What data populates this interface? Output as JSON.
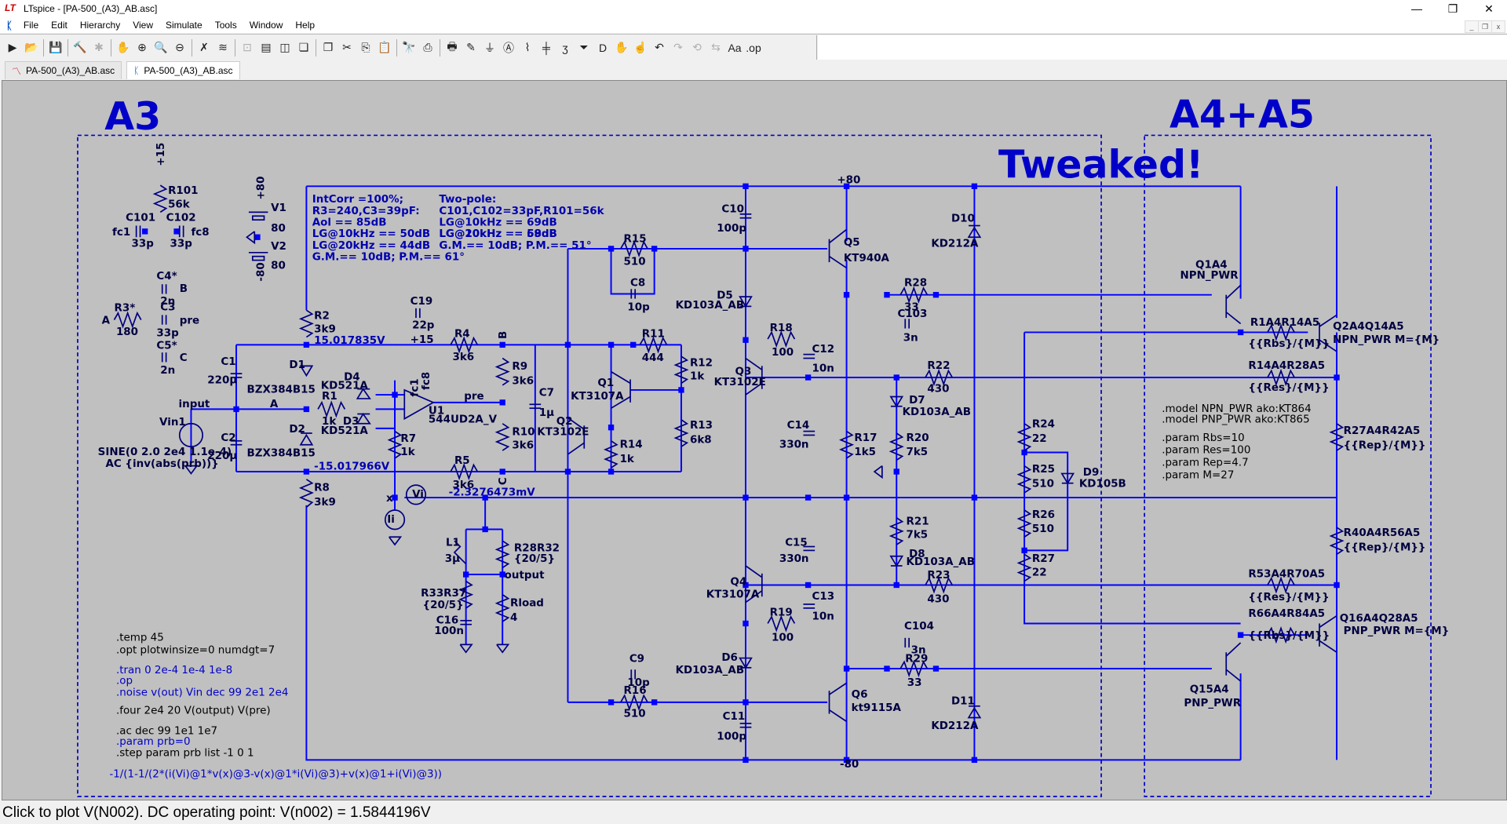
{
  "window": {
    "title": "LTspice - [PA-500_(A3)_AB.asc]",
    "controls": {
      "minimize": "—",
      "restore": "❐",
      "close": "✕"
    },
    "mdi_controls": {
      "minimize": "_",
      "restore": "❐",
      "close": "x"
    }
  },
  "menu": {
    "items": [
      "File",
      "Edit",
      "Hierarchy",
      "View",
      "Simulate",
      "Tools",
      "Window",
      "Help"
    ]
  },
  "toolbar": {
    "buttons": [
      {
        "name": "run-icon",
        "glyph": "▶"
      },
      {
        "name": "open-icon",
        "glyph": "📂"
      },
      {
        "name": "save-icon",
        "glyph": "💾"
      },
      {
        "name": "control-panel-icon",
        "glyph": "🔨"
      },
      {
        "name": "halt-icon",
        "glyph": "✱",
        "disabled": true
      },
      {
        "name": "pan-icon",
        "glyph": "✋",
        "disabled": true
      },
      {
        "name": "zoom-in-icon",
        "glyph": "⊕"
      },
      {
        "name": "zoom-area-icon",
        "glyph": "🔍",
        "disabled": true
      },
      {
        "name": "zoom-out-icon",
        "glyph": "⊖"
      },
      {
        "name": "zoom-fit-icon",
        "glyph": "✗"
      },
      {
        "name": "waveform-icon",
        "glyph": "≋"
      },
      {
        "name": "autorange-icon",
        "glyph": "⊡",
        "disabled": true
      },
      {
        "name": "tile-horizontal-icon",
        "glyph": "▤"
      },
      {
        "name": "tile-vertical-icon",
        "glyph": "◫"
      },
      {
        "name": "cascade-icon",
        "glyph": "❏"
      },
      {
        "name": "close-all-icon",
        "glyph": "❐"
      },
      {
        "name": "cut-icon",
        "glyph": "✂"
      },
      {
        "name": "copy-icon",
        "glyph": "⎘"
      },
      {
        "name": "paste-icon",
        "glyph": "📋"
      },
      {
        "name": "find-icon",
        "glyph": "🔭"
      },
      {
        "name": "print-preview-icon",
        "glyph": "⎙"
      },
      {
        "name": "print-icon",
        "glyph": "🖶"
      },
      {
        "name": "wire-icon",
        "glyph": "✎"
      },
      {
        "name": "ground-icon",
        "glyph": "⏚"
      },
      {
        "name": "label-net-icon",
        "glyph": "Ⓐ"
      },
      {
        "name": "resistor-icon",
        "glyph": "⌇"
      },
      {
        "name": "capacitor-icon",
        "glyph": "╪"
      },
      {
        "name": "inductor-icon",
        "glyph": "ʒ"
      },
      {
        "name": "diode-icon",
        "glyph": "⏷"
      },
      {
        "name": "component-icon",
        "glyph": "D"
      },
      {
        "name": "move-icon",
        "glyph": "✋"
      },
      {
        "name": "drag-icon",
        "glyph": "☝"
      },
      {
        "name": "undo-icon",
        "glyph": "↶"
      },
      {
        "name": "redo-icon",
        "glyph": "↷",
        "disabled": true
      },
      {
        "name": "rotate-icon",
        "glyph": "⟲",
        "disabled": true
      },
      {
        "name": "mirror-icon",
        "glyph": "⇆",
        "disabled": true
      },
      {
        "name": "text-icon",
        "glyph": "Aa"
      },
      {
        "name": "spice-directive-icon",
        "glyph": ".op"
      }
    ]
  },
  "tabs": [
    {
      "label": "PA-500_(A3)_AB.asc",
      "icon": "waveform-tab-icon",
      "active": false
    },
    {
      "label": "PA-500_(A3)_AB.asc",
      "icon": "schematic-tab-icon",
      "active": true
    }
  ],
  "schematic": {
    "block_labels": {
      "a3": "A3",
      "a4a5": "A4+A5",
      "tweaked": "Tweaked!"
    },
    "notes": {
      "left": [
        "IntCorr =100%;",
        "R3=240,C3=39pF:",
        "Aol == 85dB",
        "LG@10kHz == 50dB",
        "LG@20kHz == 44dB",
        "G.M.== 10dB; P.M.== 61°"
      ],
      "right": [
        "Two-pole:",
        "C101,C102=33pF,R101=56k",
        "LG@10kHz == 69dB",
        "LG@20kHz == 58dB",
        "G.M.== 10dB; P.M.== 51°"
      ]
    },
    "node_voltages": {
      "pos15": "15.017835V",
      "neg15": "-15.017966V",
      "vi": "-2.3276473mV"
    },
    "net_labels": {
      "plus15_top": "+15",
      "plus80_v1": "+80",
      "minus80_v2": "-80",
      "plus15_u1": "+15",
      "plus80_rail": "+80",
      "minus80_rail": "-80",
      "input": "input",
      "A": "A",
      "A_r3": "A",
      "B": "B",
      "B_r9": "B",
      "C": "C",
      "C_r10": "C",
      "pre": "pre",
      "pre_u1": "pre",
      "fc1": "fc1",
      "fc8": "fc8",
      "fc1_u1": "fc1",
      "fc8_u1": "fc8",
      "x": "x",
      "output": "output"
    },
    "components": {
      "R101": {
        "ref": "R101",
        "value": "56k"
      },
      "C101": {
        "ref": "C101",
        "value": "33p"
      },
      "C102": {
        "ref": "C102",
        "value": "33p"
      },
      "V1": {
        "ref": "V1",
        "value": "80"
      },
      "V2": {
        "ref": "V2",
        "value": "80"
      },
      "R3": {
        "ref": "R3*",
        "value": "180"
      },
      "C4": {
        "ref": "C4*",
        "value": "2n"
      },
      "C3": {
        "ref": "C3",
        "value": "33p"
      },
      "C5": {
        "ref": "C5*",
        "value": "2n"
      },
      "R2": {
        "ref": "R2",
        "value": "3k9"
      },
      "R8": {
        "ref": "R8",
        "value": "3k9"
      },
      "C1": {
        "ref": "C1",
        "value": "220µ"
      },
      "C2": {
        "ref": "C2",
        "value": "220µ"
      },
      "D1": {
        "ref": "D1",
        "value": "BZX384B15"
      },
      "D2": {
        "ref": "D2",
        "value": "BZX384B15"
      },
      "D3": {
        "ref": "D3",
        "value": "KD521A"
      },
      "D4": {
        "ref": "D4",
        "value": "KD521A"
      },
      "R1": {
        "ref": "R1",
        "value": "1k"
      },
      "R7": {
        "ref": "R7",
        "value": "1k"
      },
      "C19": {
        "ref": "C19",
        "value": "22p"
      },
      "U1": {
        "ref": "U1",
        "value": "544UD2A_V"
      },
      "R4": {
        "ref": "R4",
        "value": "3k6"
      },
      "R5": {
        "ref": "R5",
        "value": "3k6"
      },
      "R9": {
        "ref": "R9",
        "value": "3k6"
      },
      "R10": {
        "ref": "R10",
        "value": "3k6"
      },
      "C7": {
        "ref": "C7",
        "value": "1µ"
      },
      "Vin1": {
        "ref": "Vin1",
        "value": "SINE(0 2.0 2e4 1.1e-4)",
        "value2": "AC {inv(abs(prb))}"
      },
      "Vi": {
        "ref": "Vi"
      },
      "Ii": {
        "ref": "Ii"
      },
      "L1": {
        "ref": "L1",
        "value": "3µ"
      },
      "R28R32": {
        "ref": "R28R32",
        "value": "{20/5}"
      },
      "R33R37": {
        "ref": "R33R37",
        "value": "{20/5}"
      },
      "C16": {
        "ref": "C16",
        "value": "100n"
      },
      "Rload": {
        "ref": "Rload",
        "value": "4"
      },
      "R15": {
        "ref": "R15",
        "value": "510"
      },
      "C8": {
        "ref": "C8",
        "value": "10p"
      },
      "R11": {
        "ref": "R11",
        "value": "444"
      },
      "R12": {
        "ref": "R12",
        "value": "1k"
      },
      "R13": {
        "ref": "R13",
        "value": "6k8"
      },
      "R14": {
        "ref": "R14",
        "value": "1k"
      },
      "Q1": {
        "ref": "Q1",
        "value": "KT3107A"
      },
      "Q2": {
        "ref": "Q2",
        "value": "KT3102E"
      },
      "C10": {
        "ref": "C10",
        "value": "100p"
      },
      "D5": {
        "ref": "D5",
        "value": "KD103A_AB"
      },
      "R18": {
        "ref": "R18",
        "value": "100"
      },
      "C12": {
        "ref": "C12",
        "value": "10n"
      },
      "Q3": {
        "ref": "Q3",
        "value": "KT3102E"
      },
      "C14": {
        "ref": "C14",
        "value": "330n"
      },
      "C15": {
        "ref": "C15",
        "value": "330n"
      },
      "Q4": {
        "ref": "Q4",
        "value": "KT3107A"
      },
      "R19": {
        "ref": "R19",
        "value": "100"
      },
      "C13": {
        "ref": "C13",
        "value": "10n"
      },
      "D6": {
        "ref": "D6",
        "value": "KD103A_AB"
      },
      "C9": {
        "ref": "C9",
        "value": "10p"
      },
      "R16": {
        "ref": "R16",
        "value": "510"
      },
      "C11": {
        "ref": "C11",
        "value": "100p"
      },
      "Q5": {
        "ref": "Q5",
        "value": "KT940A"
      },
      "Q6": {
        "ref": "Q6",
        "value": "kt9115A"
      },
      "R17": {
        "ref": "R17",
        "value": "1k5"
      },
      "R28": {
        "ref": "R28",
        "value": "33"
      },
      "C103": {
        "ref": "C103",
        "value": "3n"
      },
      "R29": {
        "ref": "R29",
        "value": "33"
      },
      "C104": {
        "ref": "C104",
        "value": "3n"
      },
      "R22": {
        "ref": "R22",
        "value": "430"
      },
      "R23": {
        "ref": "R23",
        "value": "430"
      },
      "D7": {
        "ref": "D7",
        "value": "KD103A_AB"
      },
      "D8": {
        "ref": "D8",
        "value": "KD103A_AB"
      },
      "R20": {
        "ref": "R20",
        "value": "7k5"
      },
      "R21": {
        "ref": "R21",
        "value": "7k5"
      },
      "D10": {
        "ref": "D10",
        "value": "KD212A"
      },
      "D11": {
        "ref": "D11",
        "value": "KD212A"
      },
      "R24": {
        "ref": "R24",
        "value": "22"
      },
      "R25": {
        "ref": "R25",
        "value": "510"
      },
      "R26": {
        "ref": "R26",
        "value": "510"
      },
      "R27": {
        "ref": "R27",
        "value": "22"
      },
      "D9": {
        "ref": "D9",
        "value": "KD105B"
      },
      "Q1A4": {
        "ref": "Q1A4",
        "value": "NPN_PWR"
      },
      "Q2A4Q14A5": {
        "ref": "Q2A4Q14A5",
        "value": "NPN_PWR M={M}"
      },
      "R1A4R14A5": {
        "ref": "R1A4R14A5",
        "value": "{{Rbs}/{M}}"
      },
      "R14A4R28A5": {
        "ref": "R14A4R28A5",
        "value": "{{Res}/{M}}"
      },
      "R27A4R42A5": {
        "ref": "R27A4R42A5",
        "value": "{{Rep}/{M}}"
      },
      "R40A4R56A5": {
        "ref": "R40A4R56A5",
        "value": "{{Rep}/{M}}"
      },
      "R53A4R70A5": {
        "ref": "R53A4R70A5",
        "value": "{{Res}/{M}}"
      },
      "R66A4R84A5": {
        "ref": "R66A4R84A5",
        "value": "{{Rbs}/{M}}"
      },
      "Q15A4": {
        "ref": "Q15A4",
        "value": "PNP_PWR"
      },
      "Q16A4Q28A5": {
        "ref": "Q16A4Q28A5",
        "value": "PNP_PWR M={M}"
      }
    },
    "model_directives": [
      ".model NPN_PWR ako:KT864",
      ".model PNP_PWR ako:KT865"
    ],
    "param_directives": [
      ".param Rbs=10",
      ".param Res=100",
      ".param Rep=4.7",
      ".param M=27"
    ],
    "sim_directives": {
      "temp": ".temp 45",
      "opt": ".opt plotwinsize=0 numdgt=7",
      "tran": ".tran 0 2e-4 1e-4 1e-8",
      "op": ".op",
      "noise": ".noise v(out) Vin dec 99 2e1 2e4",
      "four": ".four 2e4 20 V(output) V(pre)",
      "ac": ".ac dec 99 1e1 1e7",
      "param": ".param prb=0",
      "step": ".step param prb list -1 0 1"
    },
    "formula": "-1/(1-1/(2*(i(Vi)@1*v(x)@3-v(x)@1*i(Vi)@3)+v(x)@1+i(Vi)@3))"
  },
  "status": {
    "text": "Click to plot V(N002).  DC operating point: V(n002) = 1.5844196V"
  }
}
